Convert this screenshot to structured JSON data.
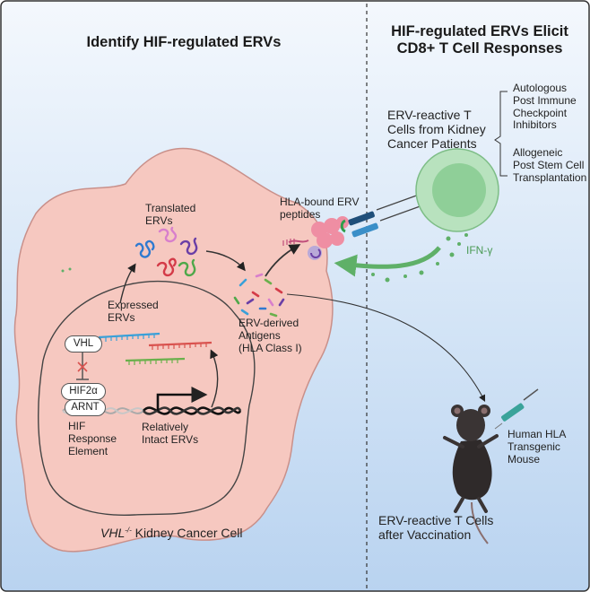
{
  "left_panel": {
    "title": "Identify HIF-regulated ERVs",
    "cell_label_gene": "VHL",
    "cell_label_superscript": "-/-",
    "cell_label_rest": " Kidney Cancer Cell",
    "translated_ervs": "Translated\nERVs",
    "expressed_ervs": "Expressed\nERVs",
    "antigens": "ERV-derived\nAntigens\n(HLA Class I)",
    "hla_peptides": "HLA-bound ERV\npeptides",
    "vhl": "VHL",
    "hif2a": "HIF2α",
    "arnt": "ARNT",
    "hre": "HIF\nResponse\nElement",
    "intact_ervs": "Relatively\nIntact ERVs"
  },
  "right_panel": {
    "title": "HIF-regulated ERVs Elicit\nCD8+ T Cell Responses",
    "tcell_source": "ERV-reactive T\nCells from Kidney\nCancer Patients",
    "autologous": "Autologous\nPost Immune\nCheckpoint\nInhibitors",
    "allogeneic": "Allogeneic\nPost Stem Cell\nTransplantation",
    "ifn": "IFN-γ",
    "mouse": "Human HLA\nTransgenic Mouse",
    "vaccination": "ERV-reactive T Cells\nafter Vaccination"
  },
  "colors": {
    "background_blue": "#c6dcf3",
    "cell_fill": "#f5c8c1",
    "tcell_green": "#8fcf98",
    "ifn_green": "#5fb068"
  }
}
